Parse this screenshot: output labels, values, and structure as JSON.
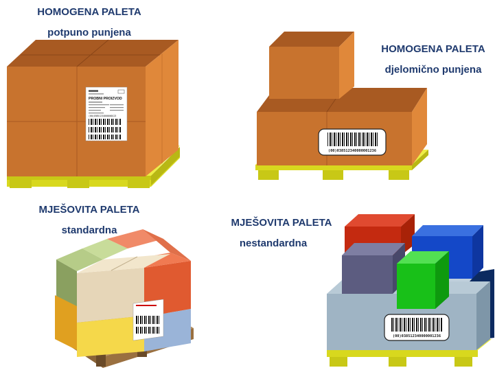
{
  "panels": {
    "top_left": {
      "title": "HOMOGENA PALETA",
      "subtitle": "potpuno punjena"
    },
    "top_right": {
      "title": "HOMOGENA PALETA",
      "subtitle": "djelomično punjena"
    },
    "bottom_left": {
      "title": "MJEŠOVITA PALETA",
      "subtitle": "standardna"
    },
    "bottom_right": {
      "title": "MJEŠOVITA PALETA",
      "subtitle": "nestandardna"
    }
  },
  "label_full": {
    "product": "PROBNI PROIZVOD",
    "sscc_code": "(00)03851234000000123"
  },
  "sscc_barcode_text": "(00)038512340000001236",
  "colors": {
    "caption": "#1f3a6e",
    "carton_front": "#c8732e",
    "carton_side": "#e0883a",
    "carton_top": "#a85a22",
    "pallet": "#d8d81e",
    "mixed_red": "#c42a10",
    "mixed_blue": "#1448c8",
    "mixed_green": "#18c018",
    "mixed_slate": "#5c5c80",
    "mixed_light": "#9fb4c4",
    "mixed_navy": "#0c2a60"
  }
}
